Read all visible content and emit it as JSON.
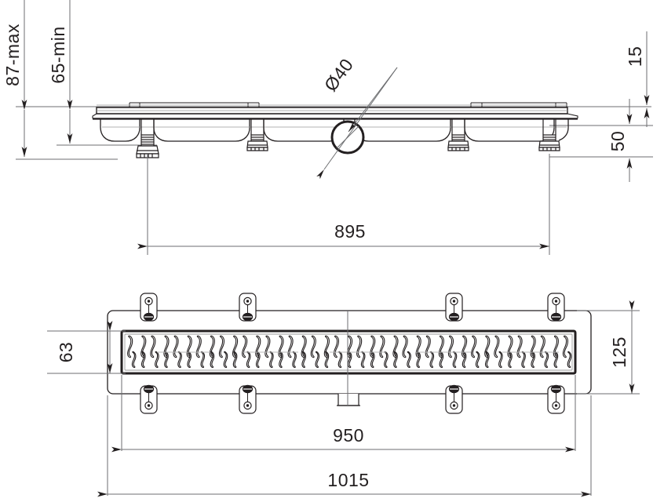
{
  "drawing": {
    "type": "technical-engineering-drawing",
    "subject": "linear shower drain channel",
    "views": [
      {
        "name": "side-elevation",
        "position": "top"
      },
      {
        "name": "plan-view",
        "position": "bottom"
      }
    ],
    "units": "mm",
    "line_color": "#231f20",
    "dim_line_color": "#6d6e71",
    "background": "#ffffff"
  },
  "dimensions": {
    "height_max": "87-max",
    "height_min": "65-min",
    "outlet_diameter": "Ø40",
    "grate_thickness": "15",
    "body_depth": "50",
    "feet_spacing": "895",
    "grate_width": "63",
    "body_width": "125",
    "grate_length": "950",
    "overall_length": "1015"
  },
  "labels": {
    "height_max": "87-max",
    "height_min": "65-min",
    "outlet": "Ø40",
    "thickness": "15",
    "depth": "50",
    "span_895": "895",
    "width_63": "63",
    "width_125": "125",
    "length_950": "950",
    "length_1015": "1015"
  }
}
